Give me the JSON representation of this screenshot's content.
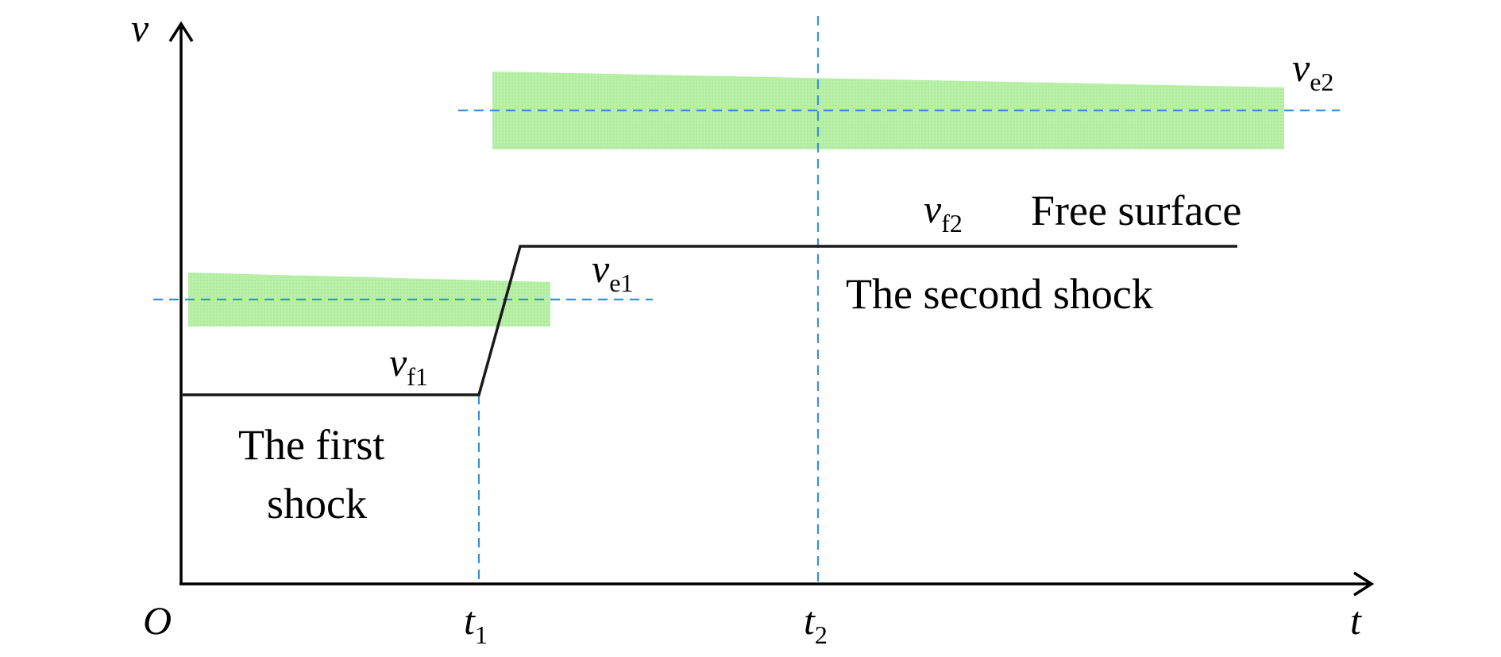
{
  "axes": {
    "y_label": "v",
    "x_label": "t",
    "origin_label": "O"
  },
  "ticks": {
    "t1": {
      "base": "t",
      "sub": "1"
    },
    "t2": {
      "base": "t",
      "sub": "2"
    }
  },
  "levels": {
    "ve1": {
      "base": "v",
      "sub": "e1"
    },
    "ve2": {
      "base": "v",
      "sub": "e2"
    },
    "vf1": {
      "base": "v",
      "sub": "f1"
    },
    "vf2": {
      "base": "v",
      "sub": "f2"
    }
  },
  "annotations": {
    "first_shock_line1": "The first",
    "first_shock_line2": "shock",
    "second_shock": "The second shock",
    "free_surface": "Free surface"
  },
  "colors": {
    "axis": "#000000",
    "curve": "#1a1a1a",
    "guide_dashed": "#3a8fd6",
    "band_fill": "#b8f0a8"
  }
}
